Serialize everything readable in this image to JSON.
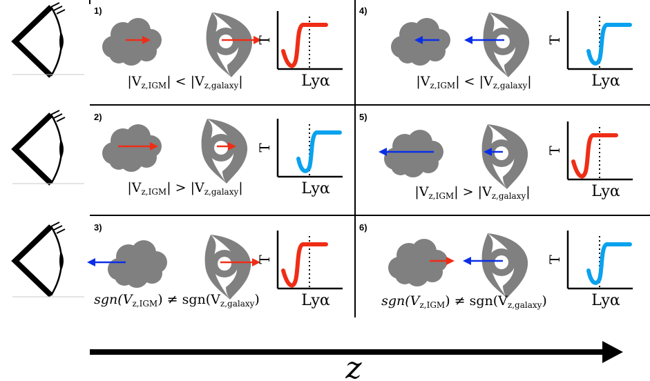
{
  "colors": {
    "red": "#ef2d16",
    "blue": "#0a2ee8",
    "light_blue": "#0aa2ee",
    "cloud": "#808080",
    "line": "#000000"
  },
  "axis": {
    "label": "z"
  },
  "panels": [
    {
      "number": "1)",
      "igm_arrow": "right",
      "igm_color": "red",
      "galaxy_arrow": "right",
      "galaxy_color": "red",
      "equation": "|V_z,IGM| < |V_z,galaxy|",
      "plot_color": "red",
      "plot_y_label": "T",
      "plot_x_label": "Lyα",
      "eq_parts": {
        "left_open": "|V",
        "left_sub": "z,IGM",
        "left_close": "|",
        "op": "<",
        "right_open": "|V",
        "right_sub": "z,galaxy",
        "right_close": "|"
      }
    },
    {
      "number": "2)",
      "igm_arrow": "right",
      "igm_color": "red",
      "galaxy_arrow": "right",
      "galaxy_color": "red",
      "equation": "|V_z,IGM| > |V_z,galaxy|",
      "plot_color": "light_blue",
      "plot_y_label": "T",
      "plot_x_label": "Lyα",
      "eq_parts": {
        "left_open": "|V",
        "left_sub": "z,IGM",
        "left_close": "|",
        "op": ">",
        "right_open": "|V",
        "right_sub": "z,galaxy",
        "right_close": "|"
      }
    },
    {
      "number": "3)",
      "igm_arrow": "left",
      "igm_color": "blue",
      "galaxy_arrow": "right",
      "galaxy_color": "red",
      "equation": "sgn(V_z,IGM) ≠ sgn(V_z,galaxy)",
      "plot_color": "red",
      "plot_y_label": "T",
      "plot_x_label": "Lyα",
      "eq_parts": {
        "left_open": "sgn(V",
        "left_sub": "z,IGM",
        "left_close": ")",
        "op": "≠",
        "right_open": "sgn(V",
        "right_sub": "z,galaxy",
        "right_close": ")"
      }
    },
    {
      "number": "4)",
      "igm_arrow": "left",
      "igm_color": "blue",
      "galaxy_arrow": "left",
      "galaxy_color": "blue",
      "equation": "|V_z,IGM| < |V_z,galaxy|",
      "plot_color": "light_blue",
      "plot_y_label": "T",
      "plot_x_label": "Lyα",
      "eq_parts": {
        "left_open": "|V",
        "left_sub": "z,IGM",
        "left_close": "|",
        "op": "<",
        "right_open": "|V",
        "right_sub": "z,galaxy",
        "right_close": "|"
      }
    },
    {
      "number": "5)",
      "igm_arrow": "left",
      "igm_color": "blue",
      "galaxy_arrow": "left",
      "galaxy_color": "blue",
      "equation": "|V_z,IGM| > |V_z,galaxy|",
      "plot_color": "red",
      "plot_y_label": "T",
      "plot_x_label": "Lyα",
      "eq_parts": {
        "left_open": "|V",
        "left_sub": "z,IGM",
        "left_close": "|",
        "op": ">",
        "right_open": "|V",
        "right_sub": "z,galaxy",
        "right_close": "|"
      }
    },
    {
      "number": "6)",
      "igm_arrow": "right",
      "igm_color": "red",
      "galaxy_arrow": "left",
      "galaxy_color": "blue",
      "equation": "sgn(V_z,IGM) ≠ sgn(V_z,galaxy)",
      "plot_color": "light_blue",
      "plot_y_label": "T",
      "plot_x_label": "Lyα",
      "eq_parts": {
        "left_open": "sgn(V",
        "left_sub": "z,IGM",
        "left_close": ")",
        "op": "≠",
        "right_open": "sgn(V",
        "right_sub": "z,galaxy",
        "right_close": ")"
      }
    }
  ]
}
